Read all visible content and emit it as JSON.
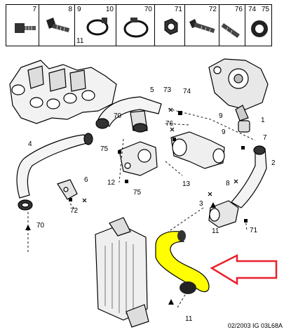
{
  "parts_strip": [
    {
      "num": "7",
      "icon": "screw-stud-icon"
    },
    {
      "num": "8",
      "icon": "flange-bolt-icon"
    },
    {
      "num": "10",
      "num_b": "9",
      "num_c": "11",
      "icon": "hose-clamp-icon"
    },
    {
      "num": "70",
      "icon": "hose-clamp-large-icon"
    },
    {
      "num": "71",
      "icon": "hex-nut-icon"
    },
    {
      "num": "72",
      "icon": "long-bolt-icon"
    },
    {
      "num": "76",
      "icon": "threaded-stud-icon"
    },
    {
      "num": "74",
      "num_b": "75",
      "icon": "gasket-ring-icon"
    }
  ],
  "callouts": {
    "c1": "1",
    "c2": "2",
    "c3": "3",
    "c4": "4",
    "c5": "5",
    "c6": "6",
    "c7": "7",
    "c8": "8",
    "c9": "9",
    "c11": "11",
    "c12": "12",
    "c13": "13",
    "c70a": "70",
    "c70b": "70",
    "c71": "71",
    "c72": "72",
    "c73": "73",
    "c74": "74",
    "c75a": "75",
    "c75b": "75",
    "c76": "76",
    "c9b": "9"
  },
  "highlight_color": "#ffff00",
  "arrow_color": "#e8202a",
  "footer": "02/2003  IG 03L68A"
}
